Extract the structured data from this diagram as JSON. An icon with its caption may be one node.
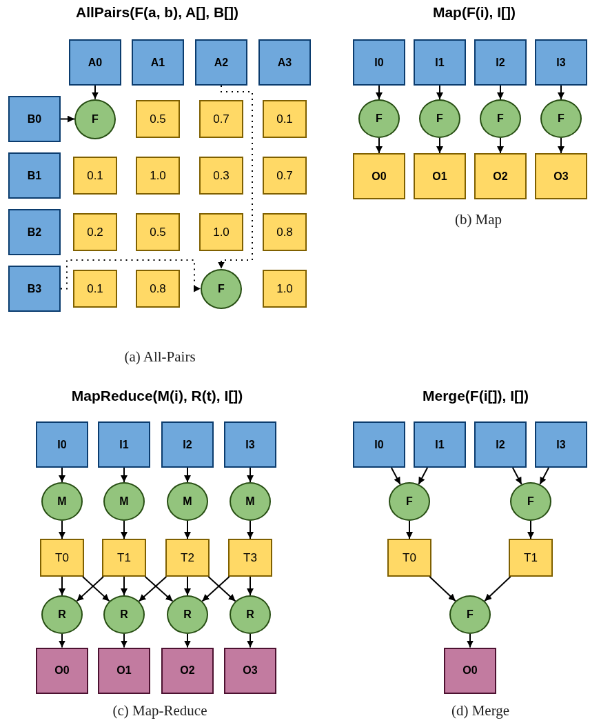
{
  "diagram": {
    "nodes": [
      {
        "text": [
          "A0"
        ]
      },
      {
        "text": [
          "A1"
        ]
      },
      {
        "text": [
          "A2"
        ]
      },
      {
        "text": [
          "A3"
        ]
      },
      {
        "text": [
          "B0"
        ]
      },
      {
        "text": [
          "F"
        ]
      },
      {
        "text": [
          "0.5"
        ]
      },
      {
        "text": [
          "0.7"
        ]
      },
      {
        "text": [
          "0.1"
        ]
      },
      {
        "text": [
          "B1"
        ]
      },
      {
        "text": [
          "0.1"
        ]
      },
      {
        "text": [
          "1.0"
        ]
      },
      {
        "text": [
          "0.3"
        ]
      },
      {
        "text": [
          "0.7"
        ]
      },
      {
        "text": [
          "B2"
        ]
      },
      {
        "text": [
          "0.2"
        ]
      },
      {
        "text": [
          "0.5"
        ]
      },
      {
        "text": [
          "1.0"
        ]
      },
      {
        "text": [
          "0.8"
        ]
      },
      {
        "text": [
          "B3"
        ]
      },
      {
        "text": [
          "0.1"
        ]
      },
      {
        "text": [
          "0.8"
        ]
      },
      {
        "text": [
          "F"
        ]
      },
      {
        "text": [
          "1.0"
        ]
      },
      {
        "text": [
          "I0"
        ]
      },
      {
        "text": [
          "I1"
        ]
      },
      {
        "text": [
          "I2"
        ]
      },
      {
        "text": [
          "I3"
        ]
      },
      {
        "text": [
          "F"
        ]
      },
      {
        "text": [
          "F"
        ]
      },
      {
        "text": [
          "F"
        ]
      },
      {
        "text": [
          "F"
        ]
      },
      {
        "text": [
          "O0"
        ]
      },
      {
        "text": [
          "O1"
        ]
      },
      {
        "text": [
          "O2"
        ]
      },
      {
        "text": [
          "O3"
        ]
      },
      {
        "text": [
          "I0"
        ]
      },
      {
        "text": [
          "I1"
        ]
      },
      {
        "text": [
          "I2"
        ]
      },
      {
        "text": [
          "I3"
        ]
      },
      {
        "text": [
          "M"
        ]
      },
      {
        "text": [
          "M"
        ]
      },
      {
        "text": [
          "M"
        ]
      },
      {
        "text": [
          "M"
        ]
      },
      {
        "text": [
          "T0"
        ]
      },
      {
        "text": [
          "T1"
        ]
      },
      {
        "text": [
          "T2"
        ]
      },
      {
        "text": [
          "T3"
        ]
      },
      {
        "text": [
          "R"
        ]
      },
      {
        "text": [
          "R"
        ]
      },
      {
        "text": [
          "R"
        ]
      },
      {
        "text": [
          "R"
        ]
      },
      {
        "text": [
          "O0"
        ]
      },
      {
        "text": [
          "O1"
        ]
      },
      {
        "text": [
          "O2"
        ]
      },
      {
        "text": [
          "O3"
        ]
      },
      {
        "text": [
          "I0"
        ]
      },
      {
        "text": [
          "I1"
        ]
      },
      {
        "text": [
          "I2"
        ]
      },
      {
        "text": [
          "I3"
        ]
      },
      {
        "text": [
          "F"
        ]
      },
      {
        "text": [
          "F"
        ]
      },
      {
        "text": [
          "T0"
        ]
      },
      {
        "text": [
          "T1"
        ]
      },
      {
        "text": [
          "F"
        ]
      },
      {
        "text": [
          "O0"
        ]
      }
    ],
    "edges": [
      {
        "from": 0,
        "to": 5,
        "arrow": "to"
      },
      {
        "from": 4,
        "to": 5,
        "arrow": "to"
      },
      {
        "from": 2,
        "to": 22,
        "arrow": "to",
        "style": "dashed"
      },
      {
        "from": 19,
        "to": 22,
        "arrow": "to",
        "style": "dashed"
      },
      {
        "from": 24,
        "to": 28,
        "arrow": "to"
      },
      {
        "from": 25,
        "to": 29,
        "arrow": "to"
      },
      {
        "from": 26,
        "to": 30,
        "arrow": "to"
      },
      {
        "from": 27,
        "to": 31,
        "arrow": "to"
      },
      {
        "from": 28,
        "to": 32,
        "arrow": "to"
      },
      {
        "from": 29,
        "to": 33,
        "arrow": "to"
      },
      {
        "from": 30,
        "to": 34,
        "arrow": "to"
      },
      {
        "from": 31,
        "to": 35,
        "arrow": "to"
      },
      {
        "from": 36,
        "to": 40,
        "arrow": "to"
      },
      {
        "from": 37,
        "to": 41,
        "arrow": "to"
      },
      {
        "from": 38,
        "to": 42,
        "arrow": "to"
      },
      {
        "from": 39,
        "to": 43,
        "arrow": "to"
      },
      {
        "from": 40,
        "to": 44,
        "arrow": "to"
      },
      {
        "from": 41,
        "to": 45,
        "arrow": "to"
      },
      {
        "from": 42,
        "to": 46,
        "arrow": "to"
      },
      {
        "from": 43,
        "to": 47,
        "arrow": "to"
      },
      {
        "from": 44,
        "to": 48,
        "arrow": "to"
      },
      {
        "from": 44,
        "to": 49,
        "arrow": "to"
      },
      {
        "from": 45,
        "to": 48,
        "arrow": "to"
      },
      {
        "from": 45,
        "to": 49,
        "arrow": "to"
      },
      {
        "from": 45,
        "to": 50,
        "arrow": "to"
      },
      {
        "from": 46,
        "to": 49,
        "arrow": "to"
      },
      {
        "from": 46,
        "to": 50,
        "arrow": "to"
      },
      {
        "from": 46,
        "to": 51,
        "arrow": "to"
      },
      {
        "from": 47,
        "to": 50,
        "arrow": "to"
      },
      {
        "from": 47,
        "to": 51,
        "arrow": "to"
      },
      {
        "from": 48,
        "to": 52,
        "arrow": "to"
      },
      {
        "from": 49,
        "to": 53,
        "arrow": "to"
      },
      {
        "from": 50,
        "to": 54,
        "arrow": "to"
      },
      {
        "from": 51,
        "to": 55,
        "arrow": "to"
      },
      {
        "from": 56,
        "to": 60,
        "arrow": "to"
      },
      {
        "from": 57,
        "to": 60,
        "arrow": "to"
      },
      {
        "from": 58,
        "to": 61,
        "arrow": "to"
      },
      {
        "from": 59,
        "to": 61,
        "arrow": "to"
      },
      {
        "from": 60,
        "to": 62,
        "arrow": "to"
      },
      {
        "from": 61,
        "to": 63,
        "arrow": "to"
      },
      {
        "from": 62,
        "to": 64,
        "arrow": "to"
      },
      {
        "from": 63,
        "to": 64,
        "arrow": "to"
      },
      {
        "from": 64,
        "to": 65,
        "arrow": "to"
      }
    ],
    "labels": [
      "AllPairs(F(a, b), A[], B[])",
      "Map(F(i), I[])",
      "(b) Map",
      "(a) All-Pairs",
      "MapReduce(M(i), R(t), I[])",
      "Merge(F(i[]), I[])",
      "(c) Map-Reduce",
      "(d) Merge"
    ]
  }
}
